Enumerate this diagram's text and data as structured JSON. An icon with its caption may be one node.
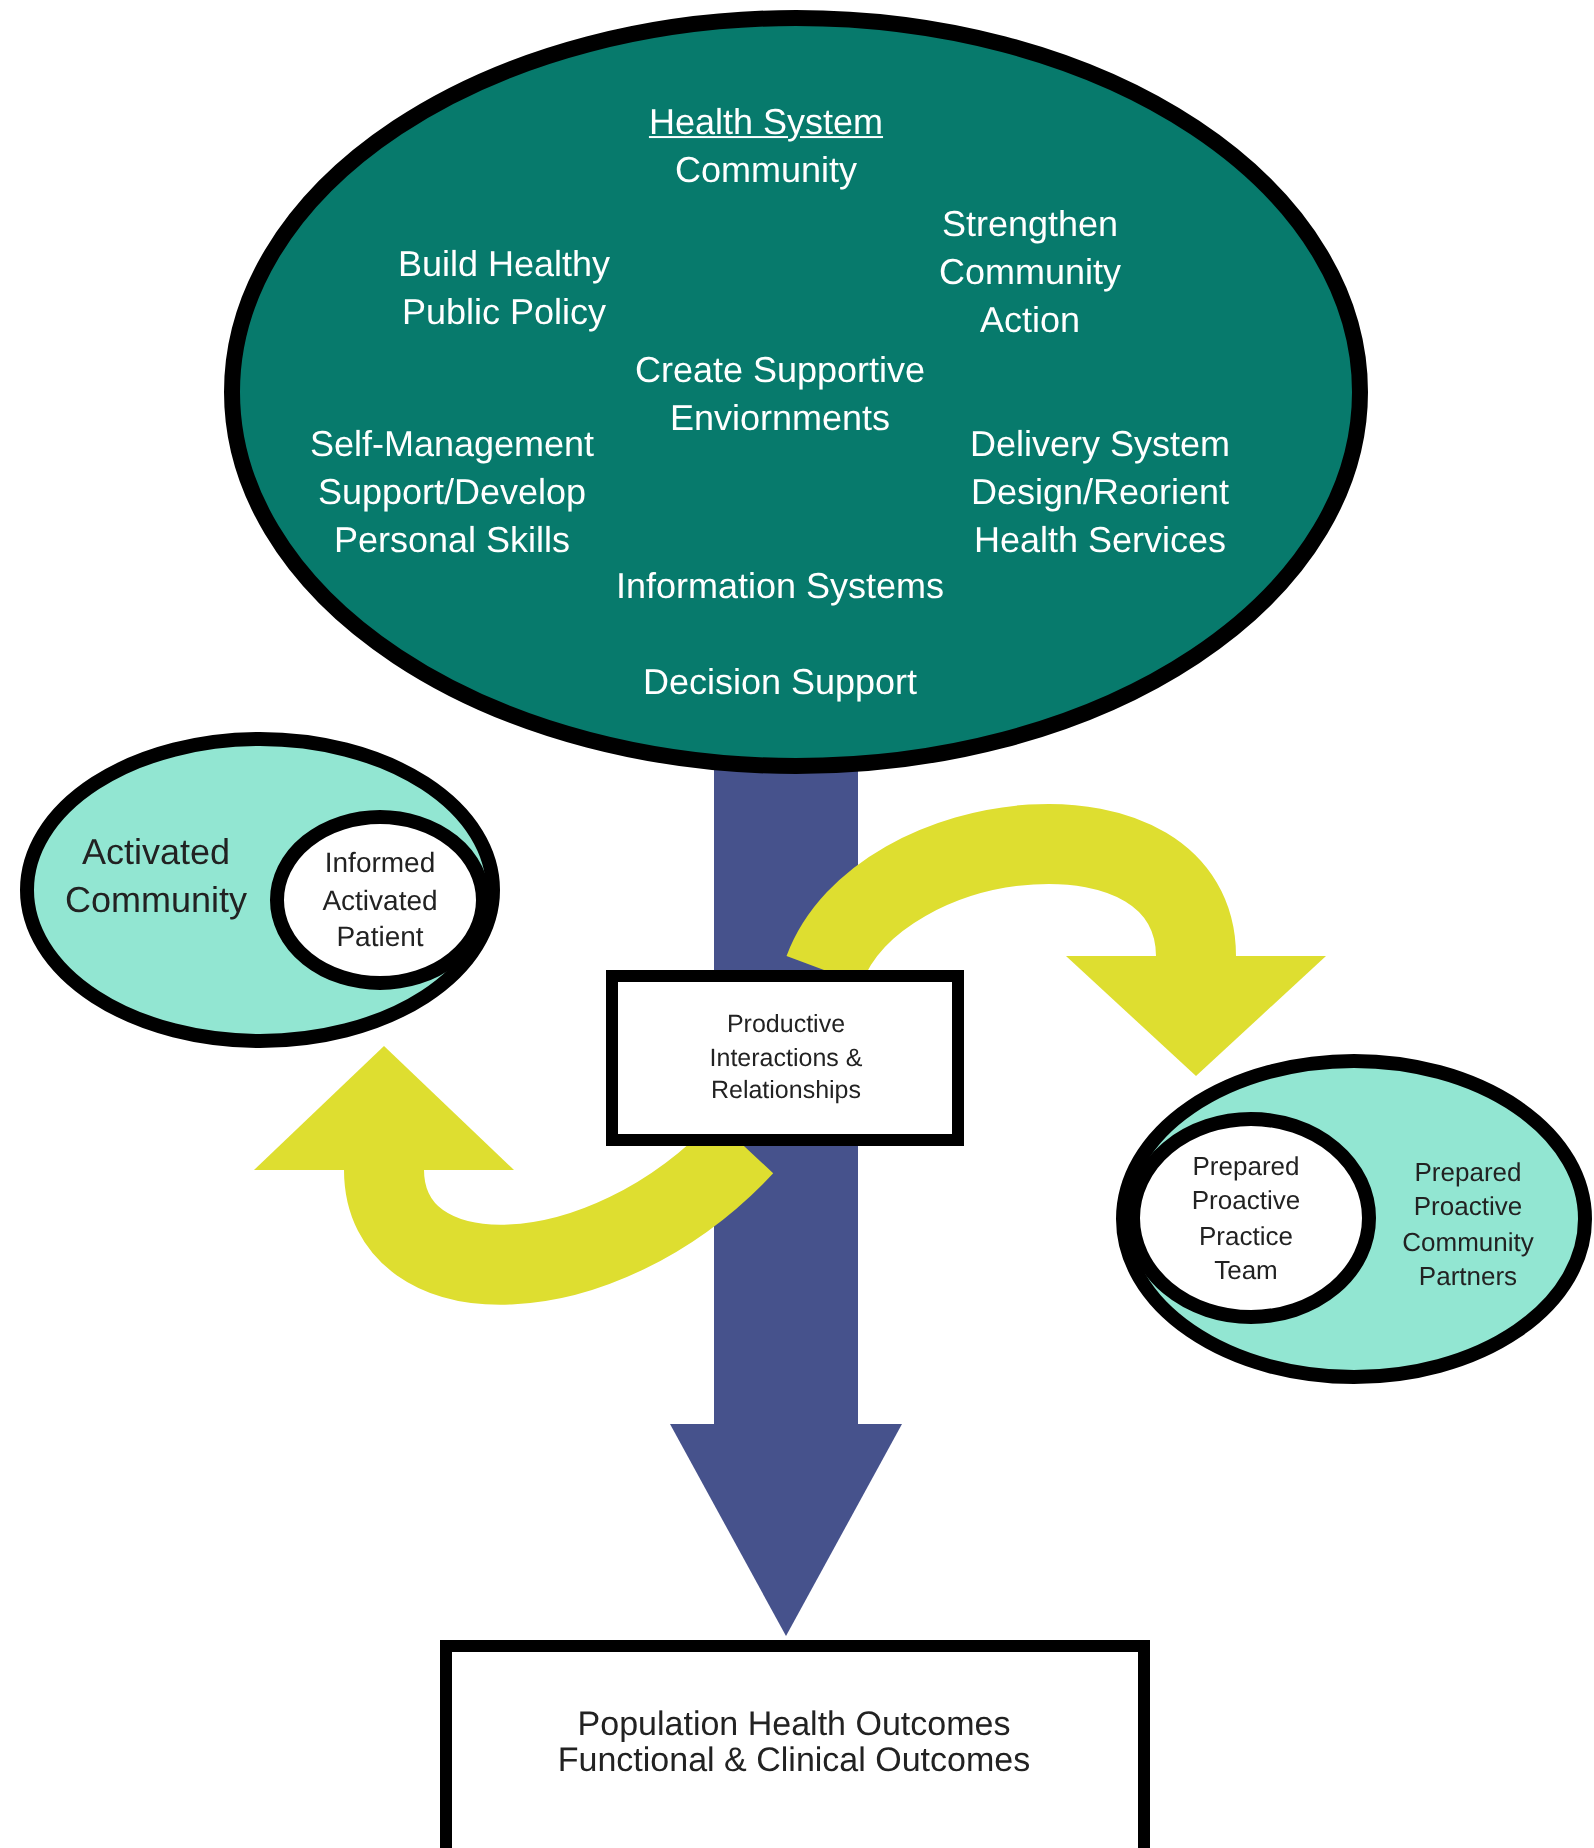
{
  "diagram": {
    "nodes": [
      {
        "text": [
          "Health System",
          "Community",
          "Build Healthy Public Policy",
          "Strengthen Community Action",
          "Create Supportive Enviornments",
          "Self-Management Support/Develop Personal Skills",
          "Delivery System Design/Reorient Health Services",
          "Information Systems",
          "Decision Support"
        ]
      },
      {
        "text": [
          "Activated Community"
        ]
      },
      {
        "text": [
          "Informed Activated Patient"
        ],
        "in": 1
      },
      {
        "text": [
          "Productive Interactions & Relationships"
        ]
      },
      {
        "text": [
          "Prepared Proactive Community Partners"
        ]
      },
      {
        "text": [
          "Prepared Proactive Practice Team"
        ],
        "in": 4
      },
      {
        "text": [
          "Population Health Outcomes",
          "Functional & Clinical Outcomes"
        ]
      }
    ],
    "edges": [
      {
        "from": 0,
        "to": 3,
        "arrow": "none",
        "style": "thick",
        "color": "#46528c"
      },
      {
        "from": 3,
        "to": 6,
        "arrow": "to",
        "style": "thick",
        "color": "#46528c"
      },
      {
        "from": 3,
        "to": 4,
        "arrow": "to",
        "color": "#dede30"
      },
      {
        "from": 3,
        "to": 1,
        "arrow": "to",
        "color": "#dede30"
      }
    ]
  }
}
